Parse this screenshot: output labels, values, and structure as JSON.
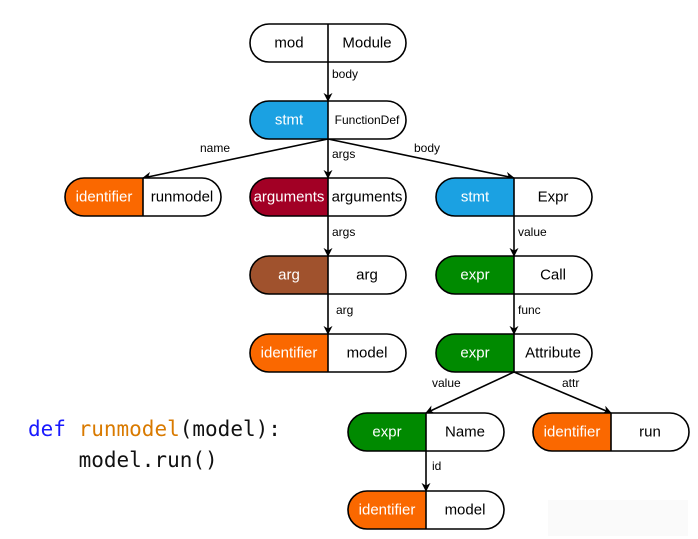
{
  "colors": {
    "mod": "#ffffff",
    "stmt": "#1ba1e2",
    "identifier": "#fa6800",
    "arguments": "#a20025",
    "arg": "#a0522d",
    "expr": "#008a00",
    "stroke": "#000000"
  },
  "nodes": [
    {
      "id": "module",
      "kind": "mod",
      "label": "Module",
      "kind_color": "mod"
    },
    {
      "id": "functiondef",
      "kind": "stmt",
      "label": "FunctionDef",
      "kind_color": "stmt"
    },
    {
      "id": "name-runmodel",
      "kind": "identifier",
      "label": "runmodel",
      "kind_color": "identifier"
    },
    {
      "id": "arguments",
      "kind": "arguments",
      "label": "arguments",
      "kind_color": "arguments"
    },
    {
      "id": "expr-stmt",
      "kind": "stmt",
      "label": "Expr",
      "kind_color": "stmt"
    },
    {
      "id": "arg",
      "kind": "arg",
      "label": "arg",
      "kind_color": "arg"
    },
    {
      "id": "call",
      "kind": "expr",
      "label": "Call",
      "kind_color": "expr"
    },
    {
      "id": "arg-identifier",
      "kind": "identifier",
      "label": "model",
      "kind_color": "identifier"
    },
    {
      "id": "attribute",
      "kind": "expr",
      "label": "Attribute",
      "kind_color": "expr"
    },
    {
      "id": "name-expr",
      "kind": "expr",
      "label": "Name",
      "kind_color": "expr"
    },
    {
      "id": "attr-identifier",
      "kind": "identifier",
      "label": "run",
      "kind_color": "identifier"
    },
    {
      "id": "name-identifier",
      "kind": "identifier",
      "label": "model",
      "kind_color": "identifier"
    }
  ],
  "edges": [
    {
      "from": "module",
      "to": "functiondef",
      "label": "body"
    },
    {
      "from": "functiondef",
      "to": "name-runmodel",
      "label": "name"
    },
    {
      "from": "functiondef",
      "to": "arguments",
      "label": "args"
    },
    {
      "from": "functiondef",
      "to": "expr-stmt",
      "label": "body"
    },
    {
      "from": "arguments",
      "to": "arg",
      "label": "args"
    },
    {
      "from": "arg",
      "to": "arg-identifier",
      "label": "arg"
    },
    {
      "from": "expr-stmt",
      "to": "call",
      "label": "value"
    },
    {
      "from": "call",
      "to": "attribute",
      "label": "func"
    },
    {
      "from": "attribute",
      "to": "name-expr",
      "label": "value"
    },
    {
      "from": "attribute",
      "to": "attr-identifier",
      "label": "attr"
    },
    {
      "from": "name-expr",
      "to": "name-identifier",
      "label": "id"
    }
  ],
  "code": {
    "line1": {
      "keyword": "def",
      "function_name": "runmodel",
      "rest": "(model):"
    },
    "line2": "    model.run()"
  }
}
